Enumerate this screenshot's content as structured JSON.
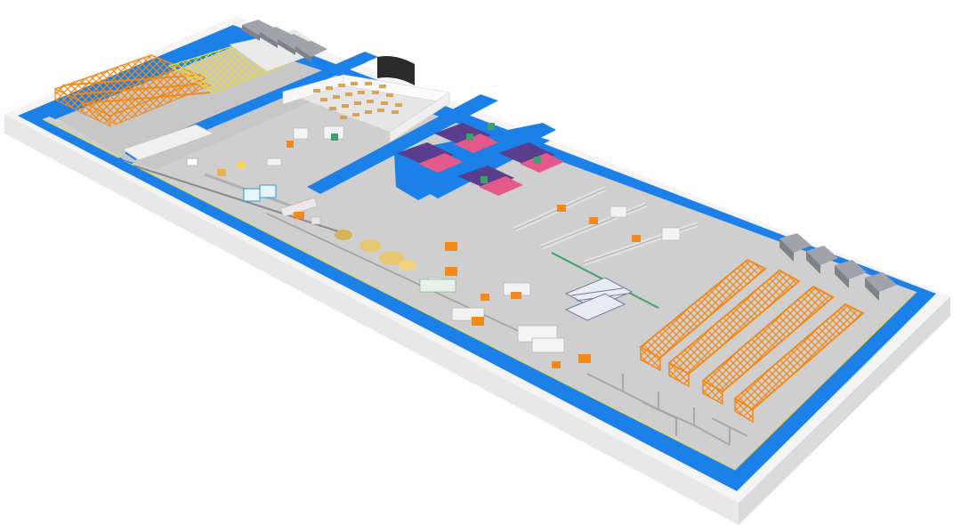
{
  "scene": {
    "kind": "isometric-factory-layout",
    "colors": {
      "floor": "#cfcfcf",
      "blue_lane": "#1b80e8",
      "wall": "#f2f2f2",
      "rack_orange": "#f28a1a",
      "rack_yellow": "#e8d83a",
      "truck": "#8c9096",
      "robot_green": "#3ea06a",
      "press_purple": "#5a3d8c",
      "office_wall": "#f7f7f7",
      "screen": "#2b2b2b"
    },
    "areas": [
      {
        "name": "orange-racks-top-left",
        "icon": "storage-rack"
      },
      {
        "name": "yellow-racks-top",
        "icon": "storage-rack"
      },
      {
        "name": "trucks-top",
        "icon": "truck"
      },
      {
        "name": "office-block",
        "icon": "office"
      },
      {
        "name": "assembly-line-left",
        "icon": "conveyor"
      },
      {
        "name": "press-lines-center",
        "icon": "press-machine"
      },
      {
        "name": "welding-lines-right",
        "icon": "robot-arm"
      },
      {
        "name": "machining-cells-bottom",
        "icon": "cnc-machine"
      },
      {
        "name": "orange-racks-bottom-right",
        "icon": "storage-rack"
      },
      {
        "name": "trucks-right",
        "icon": "truck"
      }
    ]
  }
}
